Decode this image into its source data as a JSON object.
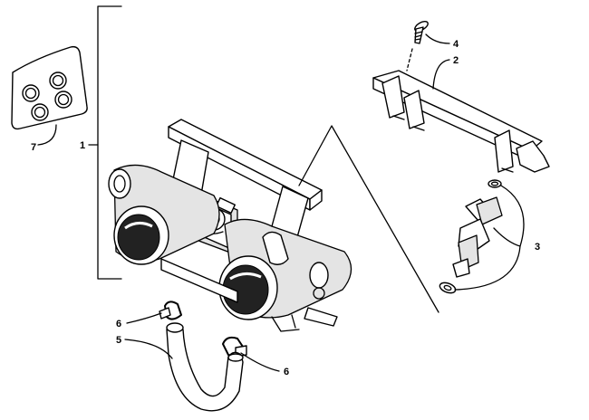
{
  "callouts": [
    {
      "id": "c1",
      "text": "1"
    },
    {
      "id": "c2",
      "text": "2"
    },
    {
      "id": "c3",
      "text": "3"
    },
    {
      "id": "c4",
      "text": "4"
    },
    {
      "id": "c5",
      "text": "5"
    },
    {
      "id": "c6a",
      "text": "6"
    },
    {
      "id": "c6b",
      "text": "6"
    },
    {
      "id": "c7",
      "text": "7"
    }
  ],
  "parts": [
    {
      "callout": "1",
      "icon": "throttle-body-assembly-icon"
    },
    {
      "callout": "2",
      "icon": "fuel-rail-icon"
    },
    {
      "callout": "3",
      "icon": "fuel-injector-icon"
    },
    {
      "callout": "4",
      "icon": "screw-icon"
    },
    {
      "callout": "5",
      "icon": "hose-icon"
    },
    {
      "callout": "6",
      "icon": "hose-clamp-icon"
    },
    {
      "callout": "7",
      "icon": "o-ring-kit-icon"
    }
  ]
}
